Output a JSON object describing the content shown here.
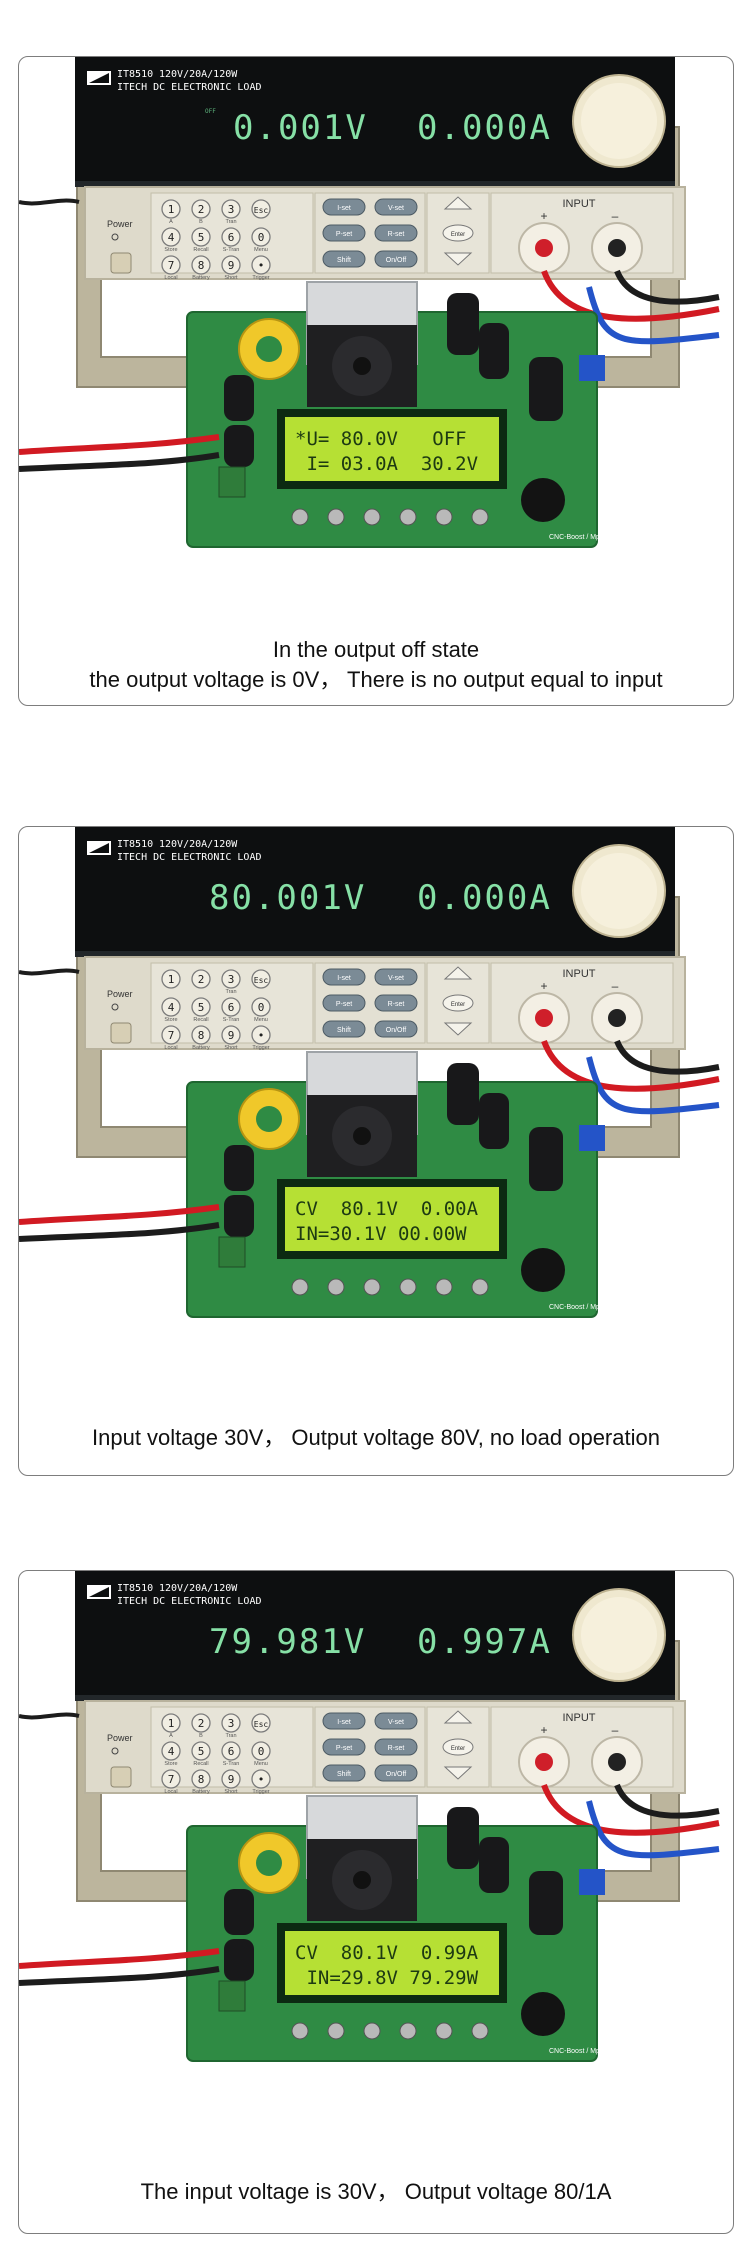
{
  "panels": [
    {
      "load": {
        "model": "IT8510",
        "spec": "120V/20A/120W",
        "brand": "ITECH DC ELECTRONIC LOAD",
        "off_label": "OFF",
        "voltage": "0.001V",
        "current": "0.000A",
        "input_label": "INPUT",
        "power_label": "Power"
      },
      "lcd": {
        "line1": "*U= 80.0V   OFF",
        "line2": " I= 03.0A  30.2V"
      },
      "board_label": "CNC-Boost / Mppt",
      "caption_lines": [
        "In the output off state",
        "the output voltage is 0V， There is no output equal to input"
      ]
    },
    {
      "load": {
        "model": "IT8510",
        "spec": "120V/20A/120W",
        "brand": "ITECH DC ELECTRONIC LOAD",
        "voltage": "80.001V",
        "current": "0.000A",
        "input_label": "INPUT",
        "power_label": "Power"
      },
      "lcd": {
        "line1": "CV  80.1V  0.00A",
        "line2": "IN=30.1V 00.00W"
      },
      "board_label": "CNC-Boost / Mppt",
      "caption_lines": [
        "Input voltage 30V， Output voltage 80V, no load operation"
      ]
    },
    {
      "load": {
        "model": "IT8510",
        "spec": "120V/20A/120W",
        "brand": "ITECH DC ELECTRONIC LOAD",
        "voltage": "79.981V",
        "current": "0.997A",
        "input_label": "INPUT",
        "power_label": "Power"
      },
      "lcd": {
        "line1": "CV  80.1V  0.99A",
        "line2": " IN=29.8V 79.29W"
      },
      "board_label": "CNC-Boost / Mppt",
      "caption_lines": [
        "The input voltage is 30V， Output voltage 80/1A"
      ]
    }
  ],
  "keypad": {
    "keys": [
      "1",
      "2",
      "3",
      "Esc",
      "4",
      "5",
      "6",
      "0",
      "7",
      "8",
      "9",
      "•"
    ],
    "subs": [
      "A",
      "B",
      "Tran",
      "",
      "Store",
      "Recall",
      "S-Tran",
      "Menu",
      "Local",
      "Battery",
      "Short",
      "Trigger"
    ],
    "func": [
      "I-set",
      "V-set",
      "P-set",
      "R-set",
      "Shift",
      "On/Off"
    ],
    "enter": "Enter"
  },
  "terminals": {
    "plus": "+",
    "minus": "–"
  },
  "colors": {
    "load_body": "#dedacb",
    "display_bg": "#0d0f10",
    "vfd_green": "#86e0a6",
    "lcd_bg": "#b6e034",
    "lcd_text": "#1d3a12",
    "pcb_green": "#2f8b44",
    "wire_red": "#d11a22",
    "wire_black": "#1c1c1c",
    "wire_blue": "#2454c8"
  },
  "icons": [
    "itech-logo-icon",
    "adjust-knob-icon",
    "up-arrow-icon",
    "down-arrow-icon",
    "fan-icon",
    "inductor-icon",
    "capacitor-icon"
  ]
}
